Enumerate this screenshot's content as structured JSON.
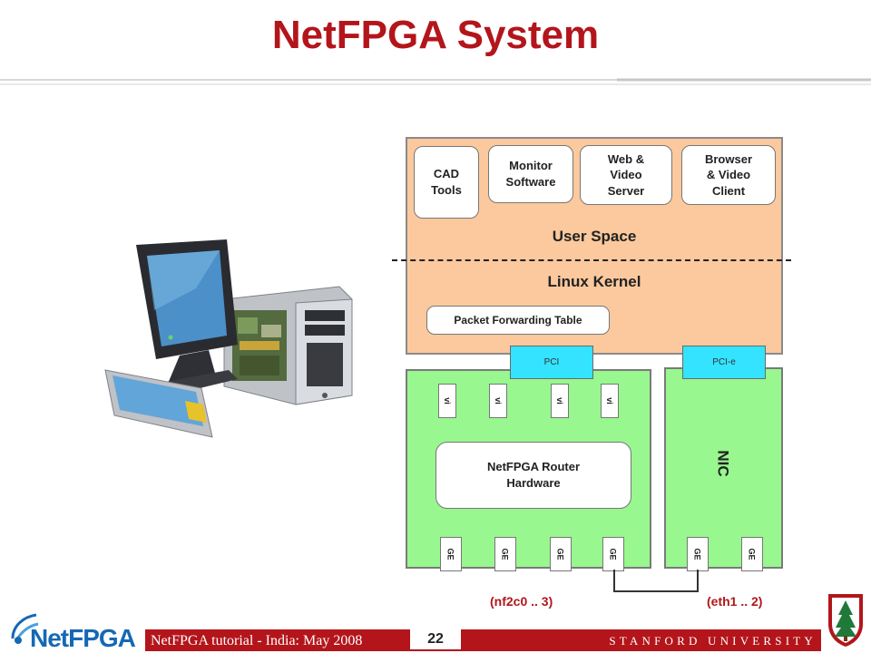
{
  "slide": {
    "title": "NetFPGA System"
  },
  "host": {
    "apps": [
      {
        "label": "CAD\nTools"
      },
      {
        "label": "Monitor\nSoftware"
      },
      {
        "label": "Web &\nVideo\nServer"
      },
      {
        "label": "Browser\n& Video\nClient"
      }
    ],
    "user_space_label": "User Space",
    "kernel_label": "Linux Kernel",
    "packet_table_label": "Packet Forwarding Table"
  },
  "buses": {
    "netfpga_bus": "PCI",
    "nic_bus": "PCI-e"
  },
  "netfpga": {
    "interface_marks": [
      "vi",
      "vi",
      "vi",
      "vi"
    ],
    "router_label": "NetFPGA Router\nHardware",
    "ports": [
      "GE",
      "GE",
      "GE",
      "GE"
    ]
  },
  "nic": {
    "label": "NIC",
    "ports": [
      "GE",
      "GE"
    ]
  },
  "interfaces": {
    "netfpga_names": "(nf2c0 .. 3)",
    "nic_names": "(eth1 .. 2)"
  },
  "footer": {
    "tutorial": "NetFPGA tutorial - India: May 2008",
    "page": "22",
    "university": "STANFORD UNIVERSITY",
    "logo": "NetFPGA"
  },
  "colors": {
    "title_red": "#b3151b",
    "host_fill": "#fbc99d",
    "board_fill": "#98f78e",
    "bus_fill": "#33e3ff"
  }
}
